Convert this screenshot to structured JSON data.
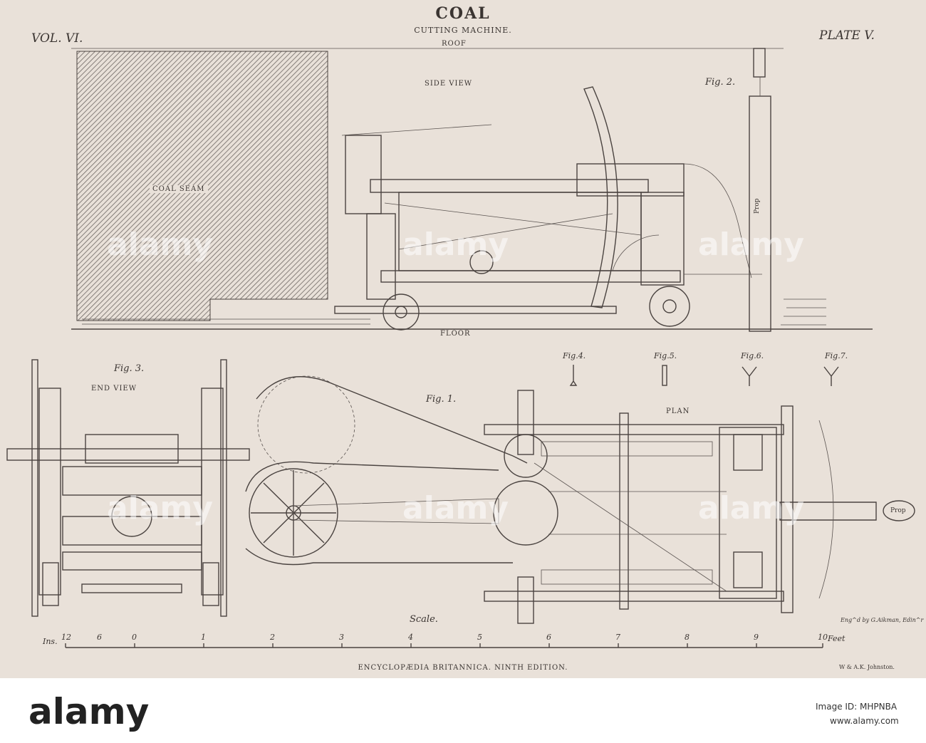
{
  "header": {
    "title": "COAL",
    "subtitle": "CUTTING MACHINE.",
    "volume": "VOL. VI.",
    "plate": "PLATE V."
  },
  "side_view": {
    "roof": "ROOF",
    "heading": "SIDE VIEW",
    "fig": "Fig. 2.",
    "coal_seam": "COAL SEAM",
    "floor": "FLOOR",
    "prop": "Prop"
  },
  "end_view": {
    "fig": "Fig. 3.",
    "heading": "END VIEW"
  },
  "plan": {
    "fig": "Fig. 1.",
    "heading": "PLAN",
    "prop": "Prop"
  },
  "small_figs": [
    "Fig.4.",
    "Fig.5.",
    "Fig.6.",
    "Fig.7."
  ],
  "scale": {
    "label": "Scale.",
    "ins": "Ins.",
    "feet": "Feet",
    "ticks": [
      "12",
      "6",
      "0",
      "1",
      "2",
      "3",
      "4",
      "5",
      "6",
      "7",
      "8",
      "9",
      "10"
    ]
  },
  "engraver": "Eng^d by G.Aikman, Edin^r",
  "publication": "ENCYCLOPÆDIA BRITANNICA. NINTH EDITION.",
  "printer": "W & A.K. Johnston.",
  "watermark": "alamy",
  "footer": {
    "logo": "alamy",
    "image_id": "Image ID: MHPNBA",
    "site": "www.alamy.com"
  },
  "colors": {
    "paper": "#e9e1d9",
    "ink": "#3a3431"
  }
}
